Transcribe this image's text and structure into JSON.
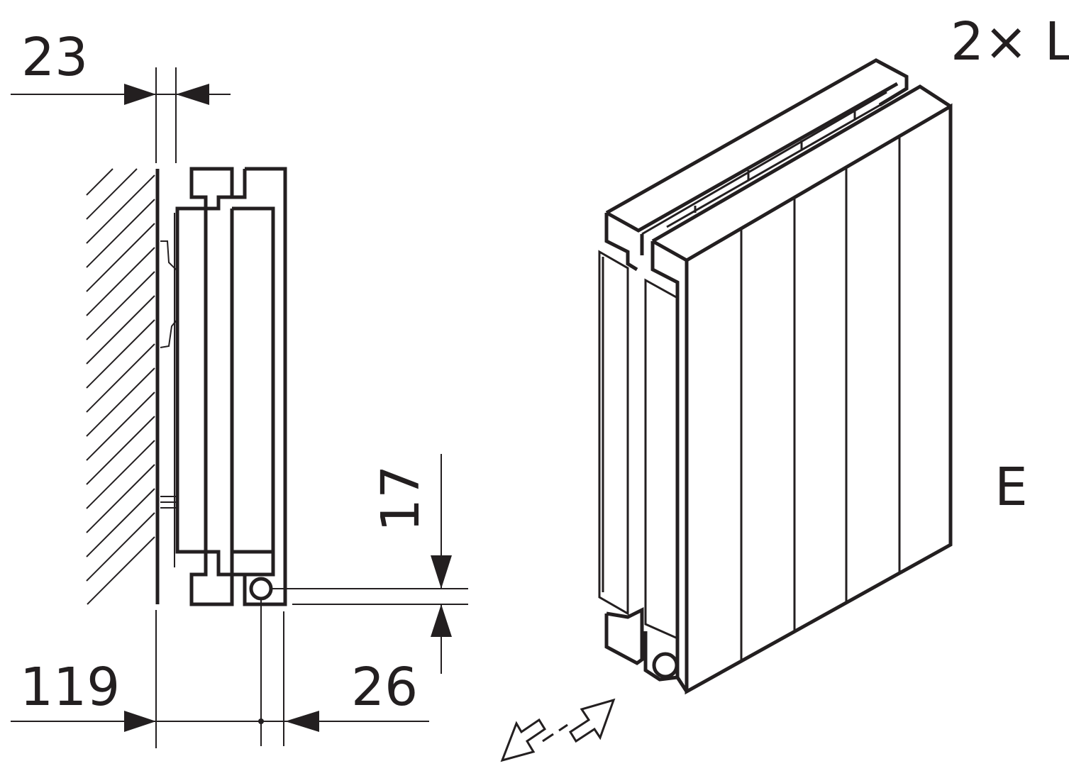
{
  "diagram": {
    "dimensions": {
      "wall_gap": "23",
      "depth": "119",
      "connection_offset": "26",
      "connection_height": "17"
    },
    "labels": {
      "multiplier": "2× L",
      "type_code": "E"
    },
    "colors": {
      "line": "#231f20",
      "background": "#ffffff"
    }
  }
}
